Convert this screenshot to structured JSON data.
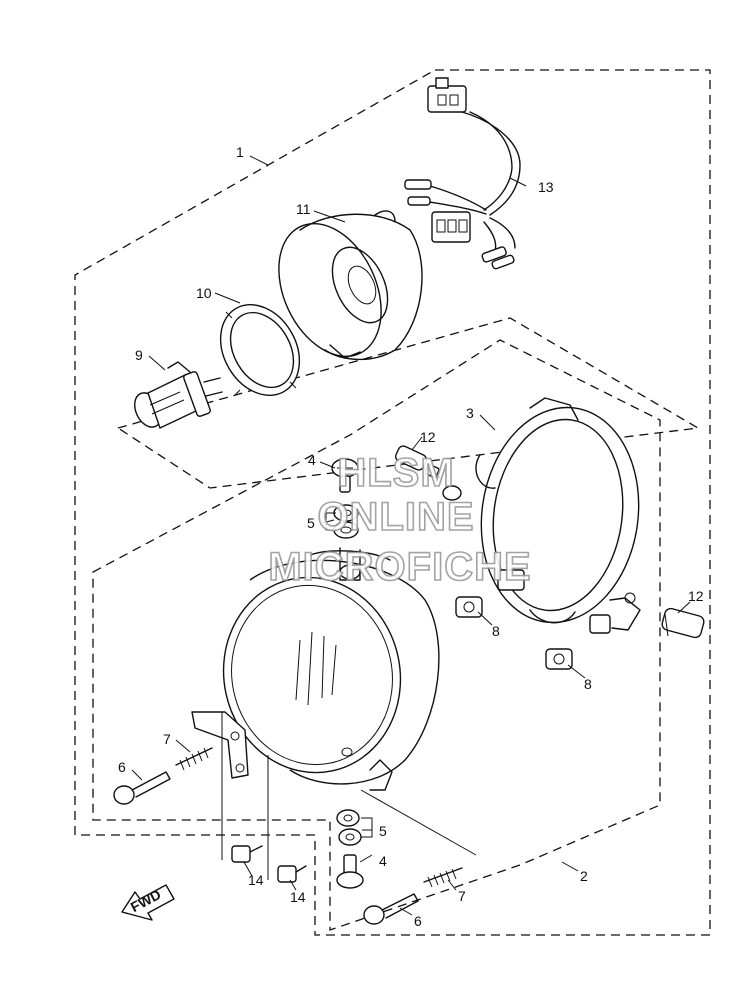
{
  "diagram": {
    "callouts": {
      "c1": "1",
      "c2": "2",
      "c3": "3",
      "c4a": "4",
      "c4b": "4",
      "c5a": "5",
      "c5b": "5",
      "c6a": "6",
      "c6b": "6",
      "c7a": "7",
      "c7b": "7",
      "c8a": "8",
      "c8b": "8",
      "c9": "9",
      "c10": "10",
      "c11": "11",
      "c12a": "12",
      "c12b": "12",
      "c13": "13",
      "c14a": "14",
      "c14b": "14"
    },
    "fwd_label": "FWD"
  },
  "watermark": {
    "line1": "HLSM",
    "line2": "ONLINE",
    "line3": "MICROFICHE"
  }
}
